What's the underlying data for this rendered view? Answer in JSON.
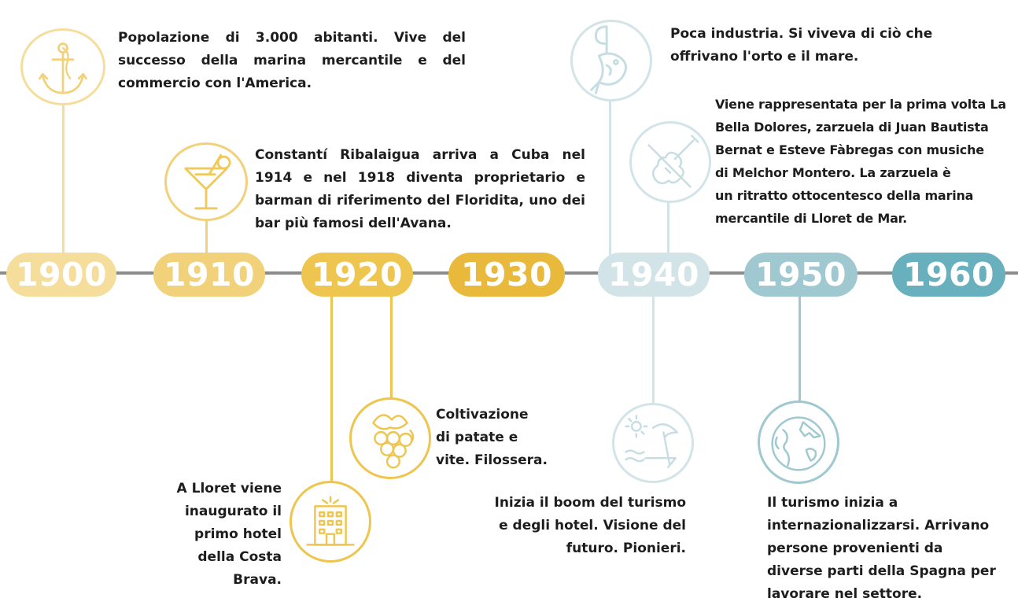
{
  "colors": {
    "y1900": "#f5dd9c",
    "y1910": "#f2d17b",
    "y1920": "#eec64f",
    "y1930": "#e9b93c",
    "y1940": "#d2e4e8",
    "y1950": "#9fc8d1",
    "y1960": "#68b0bd",
    "axis": "#8c8c8c",
    "text": "#1d1d1d"
  },
  "years": [
    {
      "label": "1900"
    },
    {
      "label": "1910"
    },
    {
      "label": "1920"
    },
    {
      "label": "1930"
    },
    {
      "label": "1940"
    },
    {
      "label": "1950"
    },
    {
      "label": "1960"
    }
  ],
  "events": {
    "e1900": {
      "icon": "anchor-icon",
      "text": "Popolazione di 3.000 abitanti. Vive del successo della marina mercantile e del commercio con l'America."
    },
    "e1910": {
      "icon": "cocktail-icon",
      "text": "Constantí Ribalaigua arriva a Cuba nel 1914 e nel 1918 diventa proprietario e barman di riferimento del Floridita, uno dei bar più famosi dell'Avana."
    },
    "e1920a": {
      "icon": "hotel-icon",
      "text": "A Lloret viene\ninaugurato il\nprimo hotel\ndella Costa\nBrava."
    },
    "e1920b": {
      "icon": "grapes-icon",
      "text": "Coltivazione\ndi patate e\nvite. Filossera."
    },
    "e1940a": {
      "icon": "fish-hook-icon",
      "text": "Poca industria. Si viveva di ciò che\noffrivano l'orto e il mare."
    },
    "e1940b": {
      "icon": "violin-icon",
      "text": "Viene rappresentata per la prima volta La\nBella Dolores, zarzuela di Juan Bautista\nBernat e Esteve Fàbregas con musiche\ndi Melchor Montero. La zarzuela è\nun ritratto ottocentesco della marina\nmercantile di Lloret de Mar."
    },
    "e1940c": {
      "icon": "beach-icon",
      "text": "Inizia il boom del turismo\ne degli hotel. Visione del\nfuturo. Pionieri."
    },
    "e1950": {
      "icon": "globe-plane-icon",
      "text": "Il turismo inizia a\ninternazionalizzarsi. Arrivano\npersone provenienti da\ndiverse parti della Spagna per\nlavorare nel settore."
    }
  }
}
